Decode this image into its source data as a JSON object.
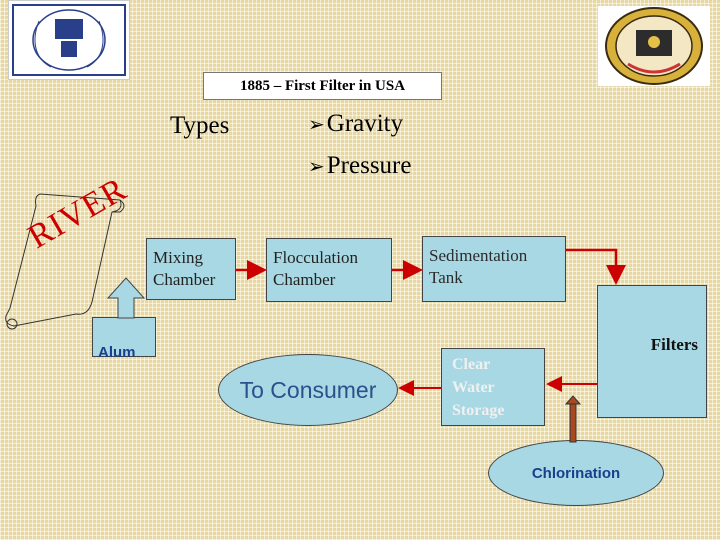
{
  "banner": "1885 – First Filter in USA",
  "types_label": "Types",
  "types": [
    "Gravity",
    "Pressure"
  ],
  "river_label": "RIVER",
  "nodes": {
    "mixing": "Mixing Chamber",
    "flocculation": "Flocculation Chamber",
    "sedimentation": "Sedimentation Tank",
    "filters": "Filters",
    "clear_water": "Clear Water Storage",
    "consumer": "To Consumer",
    "chlorination": "Chlorination",
    "alum": "Alum"
  },
  "colors": {
    "box_fill": "#a8d8e3",
    "arrow": "#cc0000",
    "background": "#e6d7a4"
  },
  "icons": {
    "bullet": "arrow-bullet-icon"
  }
}
